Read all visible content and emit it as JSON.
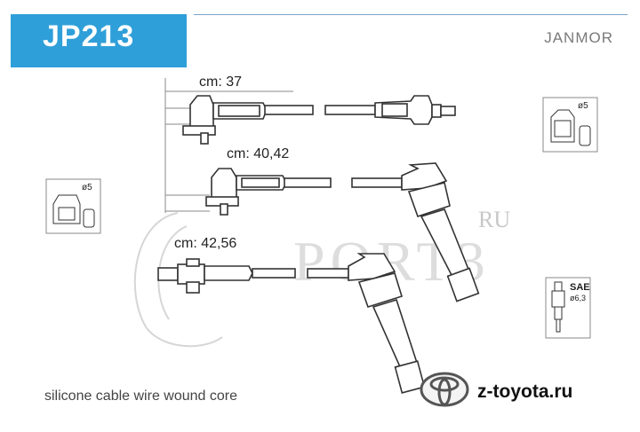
{
  "header": {
    "part_code": "JP213",
    "brand": "JANMOR"
  },
  "wires": [
    {
      "length_label": "cm: 37"
    },
    {
      "length_label": "cm: 40,42"
    },
    {
      "length_label": "cm: 42,56"
    }
  ],
  "connectors": {
    "distributor_top_right": {
      "diameter": "ø5"
    },
    "distributor_left": {
      "diameter": "ø5"
    },
    "spark_plug": {
      "standard": "SAE",
      "diameter": "ø6,3"
    }
  },
  "footer": {
    "description": "silicone cable wire wound core",
    "website": "z-toyota.ru"
  },
  "watermark": {
    "text": "PORT3",
    "suffix": "RU"
  },
  "colors": {
    "accent": "#2f9fd9",
    "line": "#333333"
  }
}
